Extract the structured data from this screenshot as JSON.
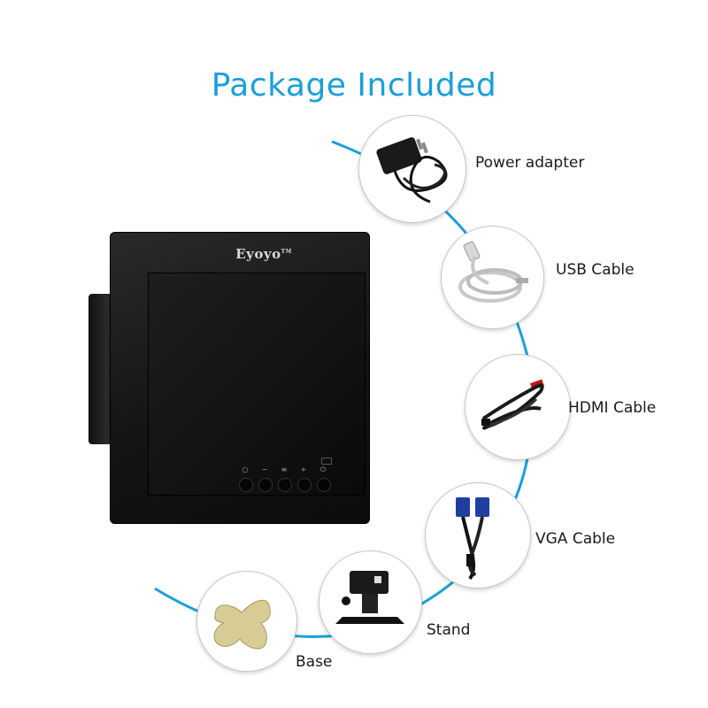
{
  "title": "Package Included",
  "accent_color": "#1a9fd9",
  "monitor": {
    "brand": "Eyoyo",
    "trademark": "TM",
    "buttons": [
      "power-icon",
      "minus-icon",
      "menu-icon",
      "plus-icon",
      "source-icon"
    ]
  },
  "accessories": [
    {
      "key": "power",
      "label": "Power adapter",
      "icon": "power-adapter-icon"
    },
    {
      "key": "usb",
      "label": "USB Cable",
      "icon": "usb-cable-icon"
    },
    {
      "key": "hdmi",
      "label": "HDMI Cable",
      "icon": "hdmi-cable-icon"
    },
    {
      "key": "vga",
      "label": "VGA Cable",
      "icon": "vga-cable-icon"
    },
    {
      "key": "stand",
      "label": "Stand",
      "icon": "stand-icon"
    },
    {
      "key": "base",
      "label": "Base",
      "icon": "base-icon"
    }
  ]
}
